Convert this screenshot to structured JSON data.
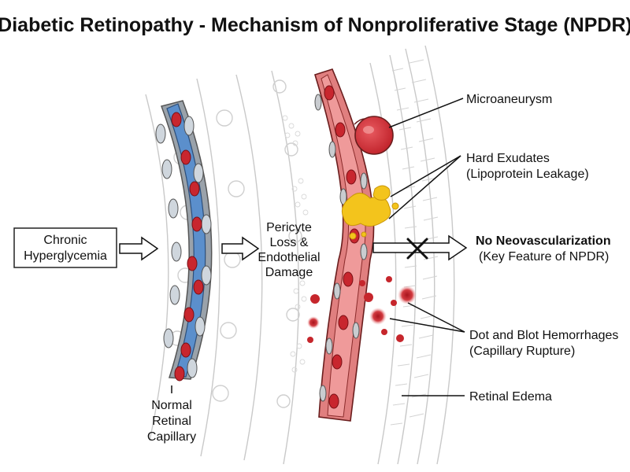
{
  "title": "Diabetic Retinopathy - Mechanism of Nonproliferative Stage (NPDR)",
  "input_box": {
    "line1": "Chronic",
    "line2": "Hyperglycemia"
  },
  "normal_capillary": {
    "line1": "Normal",
    "line2": "Retinal",
    "line3": "Capillary"
  },
  "pericyte": {
    "line1": "Pericyte",
    "line2": "Loss &",
    "line3": "Endothelial",
    "line4": "Damage"
  },
  "microaneurysm": "Microaneurysm",
  "exudates": {
    "line1": "Hard Exudates",
    "line2": "(Lipoprotein Leakage)"
  },
  "no_neo": {
    "line1": "No Neovascularization",
    "line2": "(Key Feature of NPDR)"
  },
  "hemorrhages": {
    "line1": "Dot and Blot Hemorrhages",
    "line2": "(Capillary Rupture)"
  },
  "edema": "Retinal Edema",
  "colors": {
    "normal_vessel": "#5b8fcc",
    "damaged_vessel": "#e07f7f",
    "rbc": "#c8262e",
    "exudate": "#f3c41c",
    "hemorrhage": "#c6262c"
  }
}
